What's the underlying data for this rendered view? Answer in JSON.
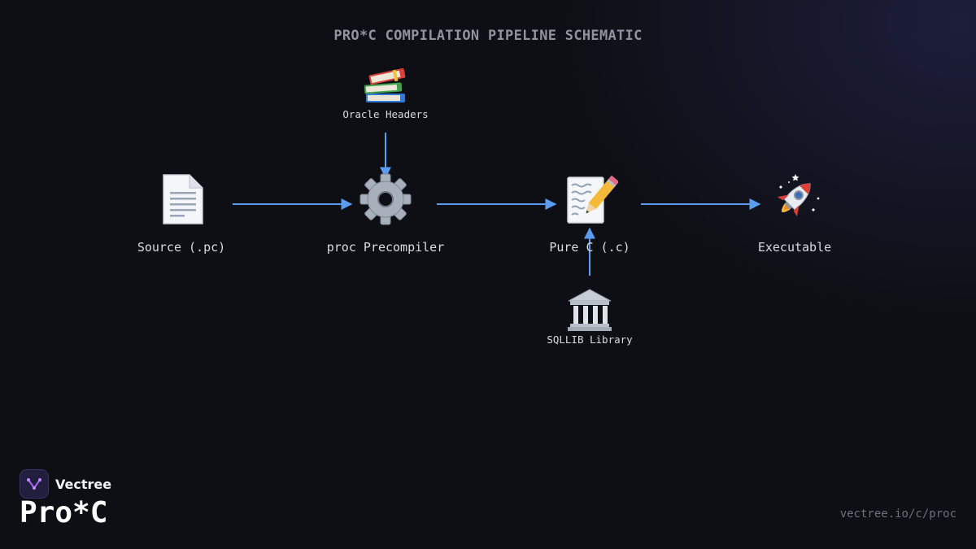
{
  "title": "PRO*C COMPILATION PIPELINE SCHEMATIC",
  "nodes": {
    "source": {
      "label": "Source (.pc)",
      "icon": "page-icon"
    },
    "precompiler": {
      "label": "proc Precompiler",
      "icon": "gear-icon"
    },
    "purec": {
      "label": "Pure C (.c)",
      "icon": "memo-icon"
    },
    "executable": {
      "label": "Executable",
      "icon": "rocket-icon"
    }
  },
  "inputs": {
    "oracle_headers": {
      "label": "Oracle Headers",
      "icon": "books-icon"
    },
    "sqllib": {
      "label": "SQLLIB Library",
      "icon": "classical-building-icon"
    }
  },
  "colors": {
    "arrow": "#5b9cf0",
    "background": "#0e0f14",
    "title": "#8e939e"
  },
  "brand": {
    "name": "Vectree",
    "product": "Pro*C",
    "url": "vectree.io/c/proc"
  }
}
